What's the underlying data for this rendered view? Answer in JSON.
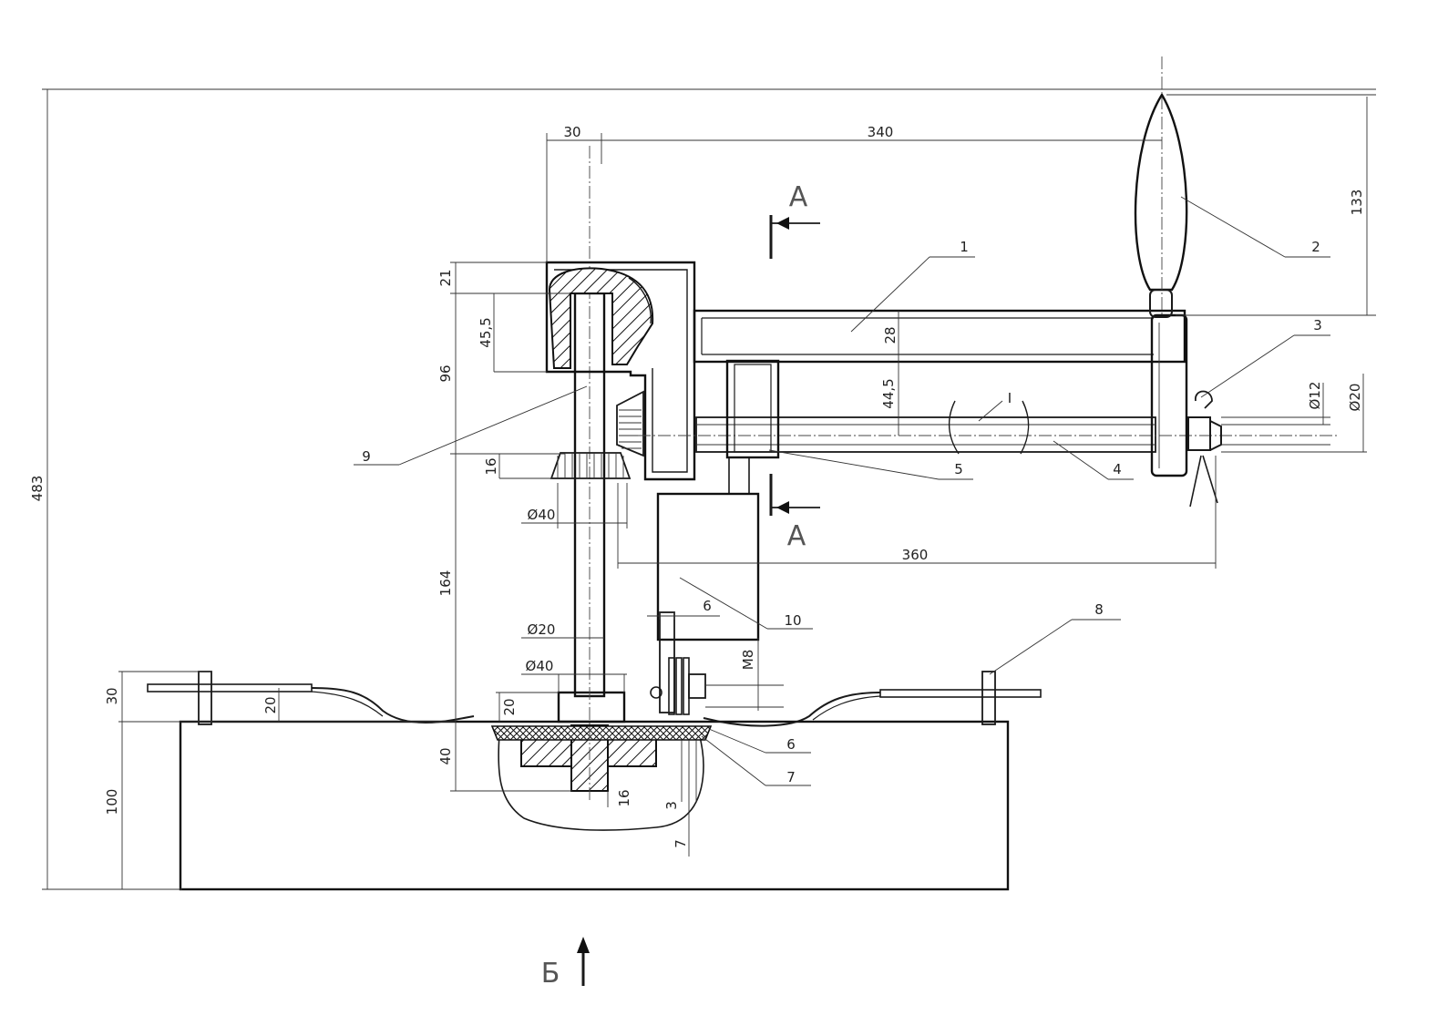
{
  "dimensions": {
    "overall_height": "483",
    "top_30": "30",
    "top_340": "340",
    "handle_133": "133",
    "h_21": "21",
    "h_45_5": "45,5",
    "h_96": "96",
    "h_28": "28",
    "h_44_5": "44,5",
    "dia_12": "Ø12",
    "dia_20_right": "Ø20",
    "h_16_gear": "16",
    "dia_40_upper": "Ø40",
    "h_164": "164",
    "w_360": "360",
    "w_6": "6",
    "thread_m8": "M8",
    "dia_20_shaft": "Ø20",
    "dia_40_lower": "Ø40",
    "h_30_left": "30",
    "h_20_left": "20",
    "h_20_hub": "20",
    "h_40": "40",
    "h_100": "100",
    "h_16_bottom": "16",
    "h_3": "3",
    "h_7": "7"
  },
  "part_numbers": {
    "p1": "1",
    "p2": "2",
    "p3": "3",
    "p4": "4",
    "p5": "5",
    "p6_right": "6",
    "p7": "7",
    "p8": "8",
    "p9": "9",
    "p10": "10"
  },
  "section_labels": {
    "section_a_top": "А",
    "section_a_bottom": "А",
    "view_b": "Б",
    "detail_i": "I"
  }
}
